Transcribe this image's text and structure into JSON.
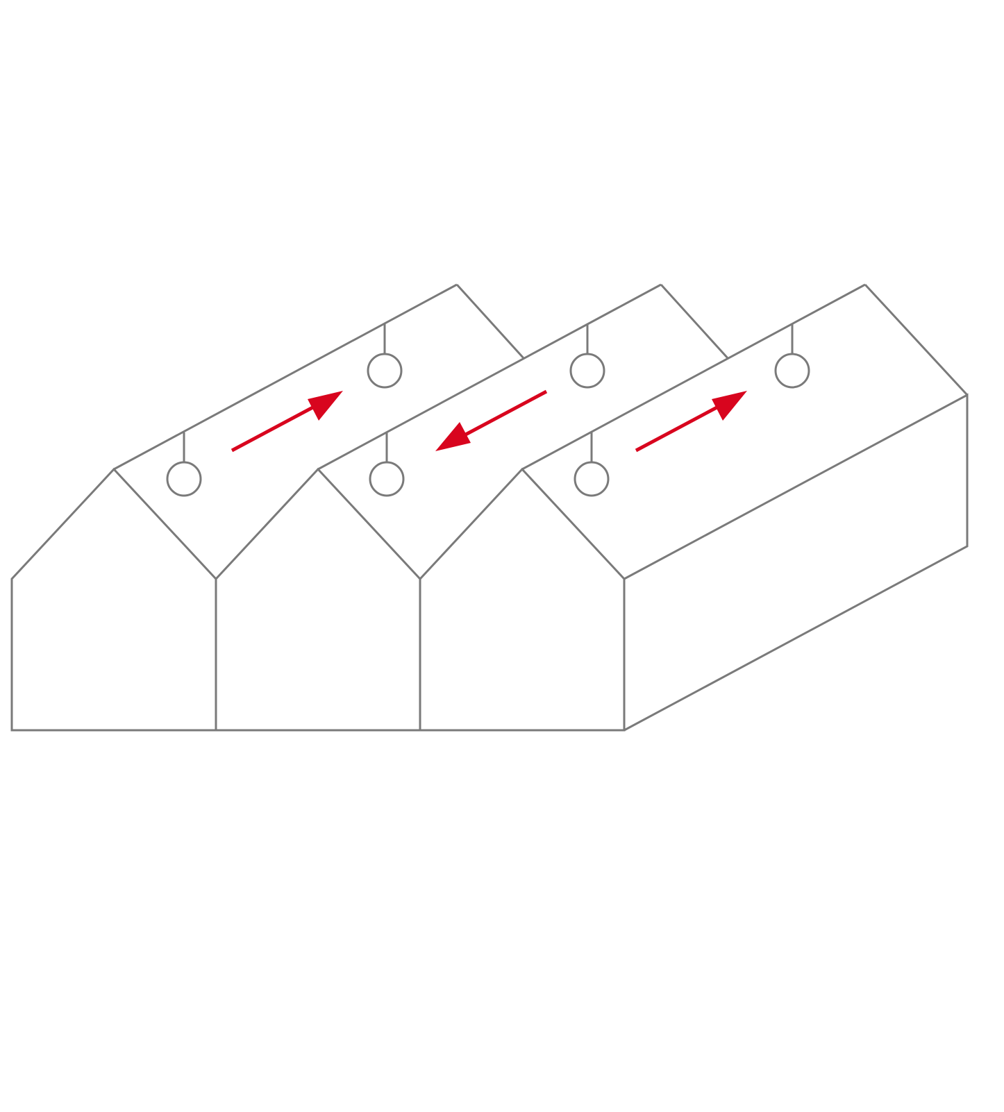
{
  "diagram": {
    "bays": 3,
    "colors": {
      "outline": "#7a7a7a",
      "arrow": "#d8051e",
      "background": "#ffffff"
    },
    "elements": [
      {
        "name": "roof-bay-1",
        "kind": "shed",
        "icon": "gable-roof-outline"
      },
      {
        "name": "roof-bay-2",
        "kind": "shed",
        "icon": "gable-roof-outline"
      },
      {
        "name": "roof-bay-3",
        "kind": "shed",
        "icon": "gable-roof-outline"
      },
      {
        "name": "ceiling-lamps",
        "count": 6,
        "icon": "pendant-lamp-icon"
      },
      {
        "name": "flow-arrows",
        "count": 3,
        "directions": [
          "back",
          "front",
          "back"
        ],
        "icon": "arrow-icon"
      }
    ]
  }
}
